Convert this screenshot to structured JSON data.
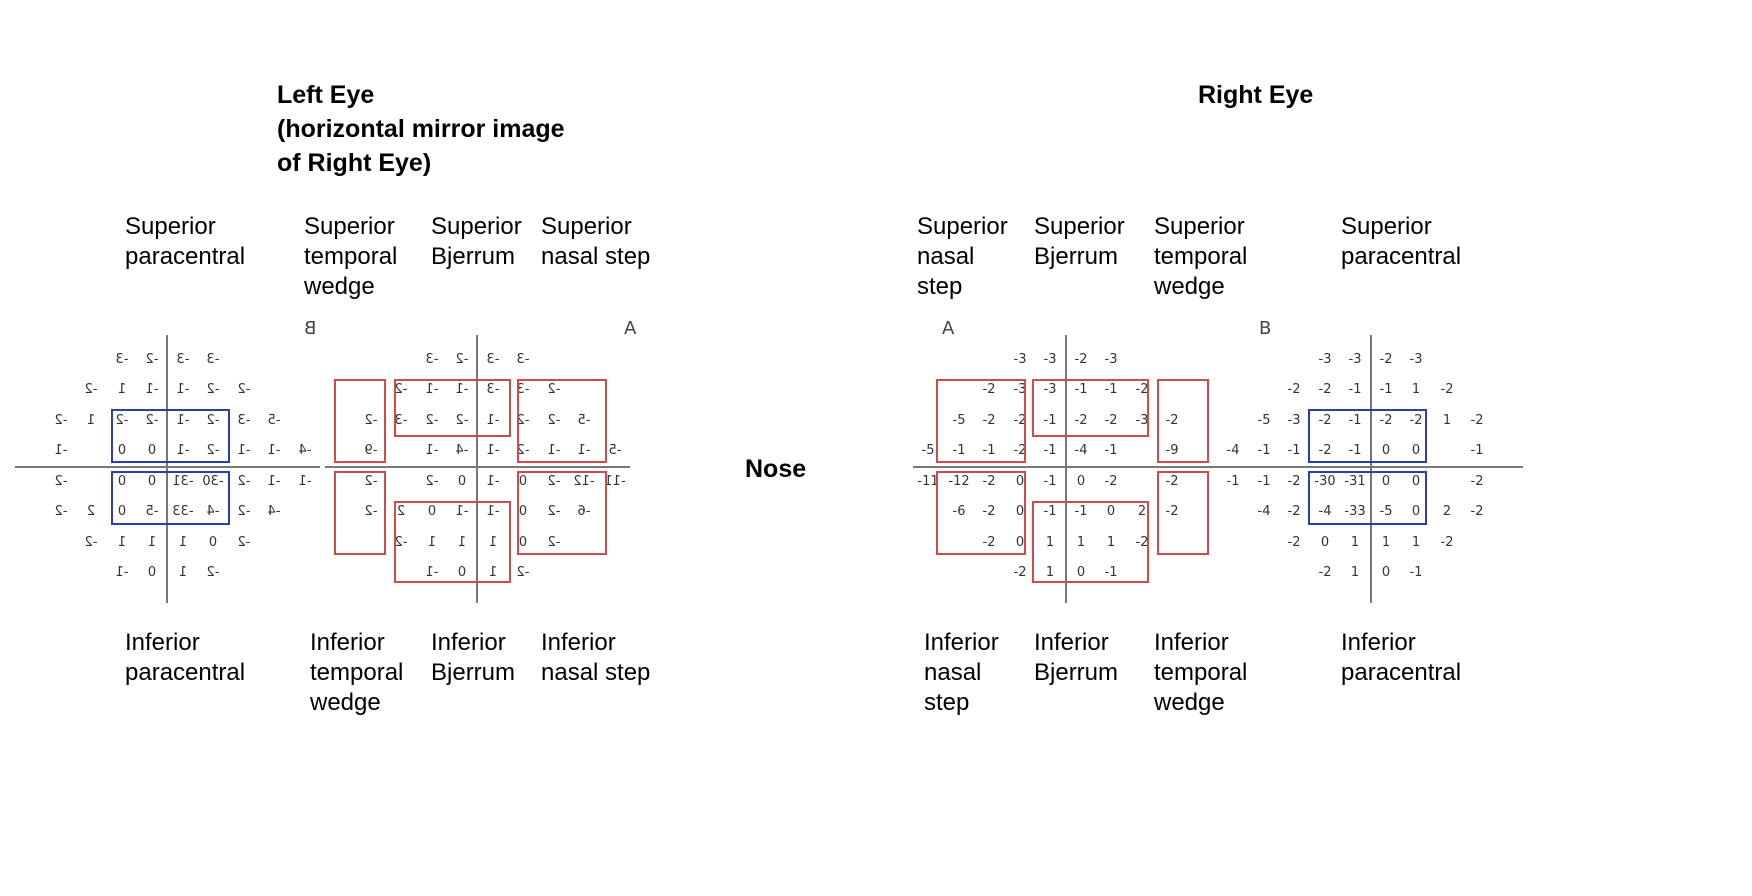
{
  "left_eye": {
    "title": "Left Eye\n(horizontal mirror image\nof Right Eye)",
    "labels": {
      "superior_paracentral": "Superior\nparacentral",
      "superior_temporal_wedge": "Superior\ntemporal\nwedge",
      "superior_bjerrum": "Superior\nBjerrum",
      "superior_nasal_step": "Superior\nnasal step",
      "inferior_paracentral": "Inferior\nparacentral",
      "inferior_temporal_wedge": "Inferior\ntemporal\nwedge",
      "inferior_bjerrum": "Inferior\nBjerrum",
      "inferior_nasal_step": "Inferior\nnasal step"
    },
    "plate_a": "A",
    "plate_b": "B"
  },
  "center": {
    "nose": "Nose"
  },
  "right_eye": {
    "title": "Right Eye",
    "labels": {
      "superior_nasal_step": "Superior\nnasal\nstep",
      "superior_bjerrum": "Superior\nBjerrum",
      "superior_temporal_wedge": "Superior\ntemporal\nwedge",
      "superior_paracentral": "Superior\nparacentral",
      "inferior_nasal_step": "Inferior\nnasal\nstep",
      "inferior_bjerrum": "Inferior\nBjerrum",
      "inferior_temporal_wedge": "Inferior\ntemporal\nwedge",
      "inferior_paracentral": "Inferior\nparacentral"
    },
    "plate_a": "A",
    "plate_b": "B"
  },
  "grid_a": [
    [
      "",
      "",
      "",
      "-3",
      "-3",
      "-2",
      "-3",
      "",
      "",
      ""
    ],
    [
      "",
      "",
      "-2",
      "-3",
      "-3",
      "-1",
      "-1",
      "-2",
      "",
      ""
    ],
    [
      "",
      "-5",
      "-2",
      "-2",
      "-1",
      "-2",
      "-2",
      "-3",
      "-2",
      ""
    ],
    [
      "-5",
      "-1",
      "-1",
      "-2",
      "-1",
      "-4",
      "-1",
      "",
      "-9",
      ""
    ],
    [
      "-11",
      "-12",
      "-2",
      "0",
      "-1",
      "0",
      "-2",
      "",
      "-2",
      ""
    ],
    [
      "",
      "-6",
      "-2",
      "0",
      "-1",
      "-1",
      "0",
      "2",
      "-2",
      ""
    ],
    [
      "",
      "",
      "-2",
      "0",
      "1",
      "1",
      "1",
      "-2",
      "",
      ""
    ],
    [
      "",
      "",
      "",
      "-2",
      "1",
      "0",
      "-1",
      "",
      "",
      ""
    ]
  ],
  "grid_b": [
    [
      "",
      "",
      "",
      "-3",
      "-3",
      "-2",
      "-3",
      "",
      "",
      ""
    ],
    [
      "",
      "",
      "-2",
      "-2",
      "-1",
      "-1",
      "1",
      "-2",
      "",
      ""
    ],
    [
      "",
      "-5",
      "-3",
      "-2",
      "-1",
      "-2",
      "-2",
      "1",
      "-2",
      ""
    ],
    [
      "-4",
      "-1",
      "-1",
      "-2",
      "-1",
      "0",
      "0",
      "",
      "-1",
      ""
    ],
    [
      "-1",
      "-1",
      "-2",
      "-30",
      "-31",
      "0",
      "0",
      "",
      "-2",
      ""
    ],
    [
      "",
      "-4",
      "-2",
      "-4",
      "-33",
      "-5",
      "0",
      "2",
      "-2",
      ""
    ],
    [
      "",
      "",
      "-2",
      "0",
      "1",
      "1",
      "1",
      "-2",
      "",
      ""
    ],
    [
      "",
      "",
      "",
      "-2",
      "1",
      "0",
      "-1",
      "",
      "",
      ""
    ]
  ],
  "colors": {
    "red_box": "#d04a4a",
    "blue_box": "#2b3cb4",
    "axis": "#777777"
  }
}
